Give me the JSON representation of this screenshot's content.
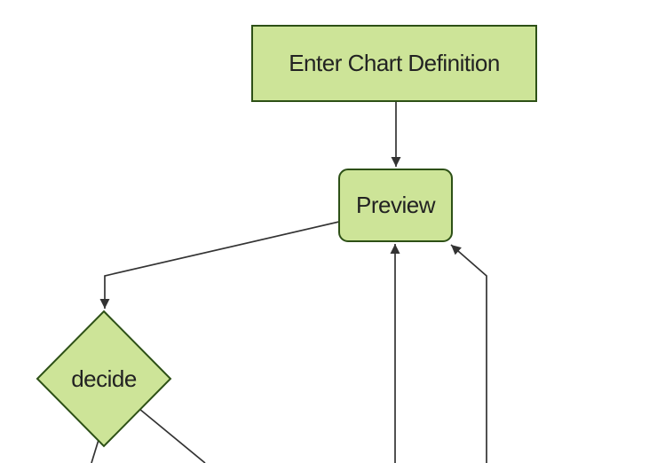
{
  "diagram": {
    "type": "flowchart",
    "nodes": {
      "enter_chart_definition": {
        "label": "Enter Chart Definition",
        "shape": "rectangle"
      },
      "preview": {
        "label": "Preview",
        "shape": "rounded-rectangle"
      },
      "decide": {
        "label": "decide",
        "shape": "diamond"
      }
    },
    "edges": [
      {
        "from": "enter_chart_definition",
        "to": "preview",
        "arrow": true
      },
      {
        "from": "preview",
        "to": "decide",
        "arrow": true
      },
      {
        "from": "offscreen-bottom-center",
        "to": "preview",
        "arrow": true
      },
      {
        "from": "offscreen-bottom-right",
        "to": "preview",
        "arrow": true
      },
      {
        "from": "decide",
        "to": "offscreen-bottom-left",
        "arrow": false
      },
      {
        "from": "decide",
        "to": "offscreen-bottom-right",
        "arrow": false
      }
    ]
  },
  "colors": {
    "background": "#ffffff",
    "node_fill": "#cde498",
    "node_stroke": "#2d5016",
    "edge_color": "#333333",
    "text_color": "#222222"
  }
}
